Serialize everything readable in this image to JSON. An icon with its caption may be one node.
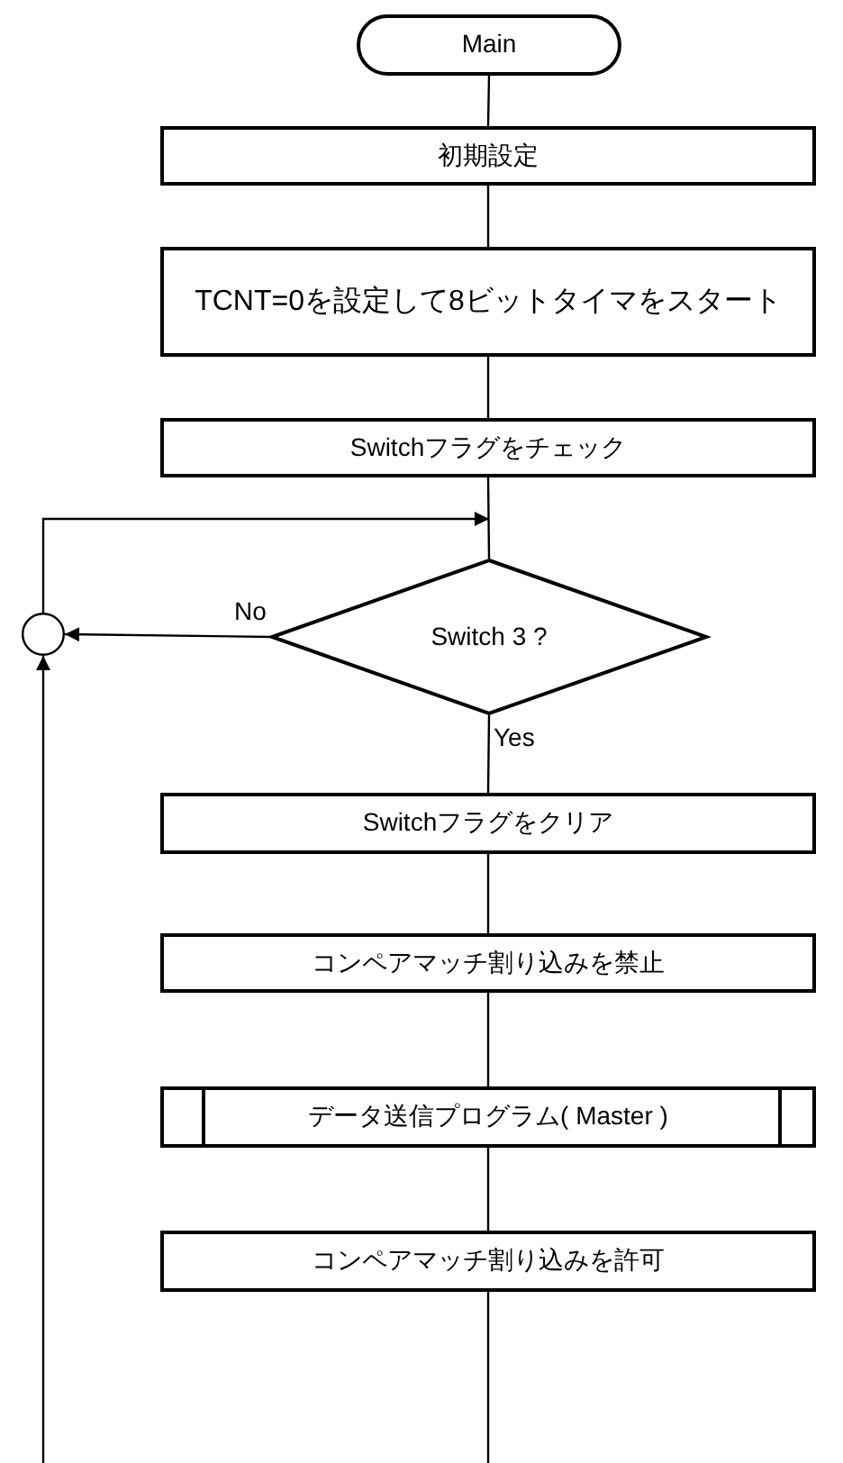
{
  "diagram": {
    "nodes": [
      {
        "text": [
          "Main"
        ]
      },
      {
        "text": [
          "初期設定"
        ]
      },
      {
        "text": [
          "TCNT=0を設定して8ビットタイマをスタート"
        ]
      },
      {
        "text": [
          "Switchフラグをチェック"
        ]
      },
      {
        "text": [
          "Switch 3 ?"
        ]
      },
      {
        "text": [],
        "shape": "circle"
      },
      {
        "text": [
          "Switchフラグをクリア"
        ]
      },
      {
        "text": [
          "コンペアマッチ割り込みを禁止"
        ]
      },
      {
        "text": [
          "データ送信プログラム( Master )"
        ]
      },
      {
        "text": [
          "コンペアマッチ割り込みを許可"
        ]
      }
    ],
    "edges": [
      {
        "from": 0,
        "to": 1,
        "arrow": "none"
      },
      {
        "from": 1,
        "to": 2,
        "arrow": "none"
      },
      {
        "from": 2,
        "to": 3,
        "arrow": "none"
      },
      {
        "from": 3,
        "to": 4,
        "arrow": "none"
      },
      {
        "from": 5,
        "to": 4,
        "arrow": "to"
      },
      {
        "from": 4,
        "to": 5,
        "arrow": "to",
        "label": "No"
      },
      {
        "from": 4,
        "to": 6,
        "arrow": "none",
        "label": "Yes"
      },
      {
        "from": 6,
        "to": 7,
        "arrow": "none"
      },
      {
        "from": 7,
        "to": 8,
        "arrow": "none"
      },
      {
        "from": 8,
        "to": 9,
        "arrow": "none"
      },
      {
        "from": 9,
        "to": null,
        "arrow": "none"
      },
      {
        "from": null,
        "to": 5,
        "arrow": "to"
      }
    ]
  }
}
